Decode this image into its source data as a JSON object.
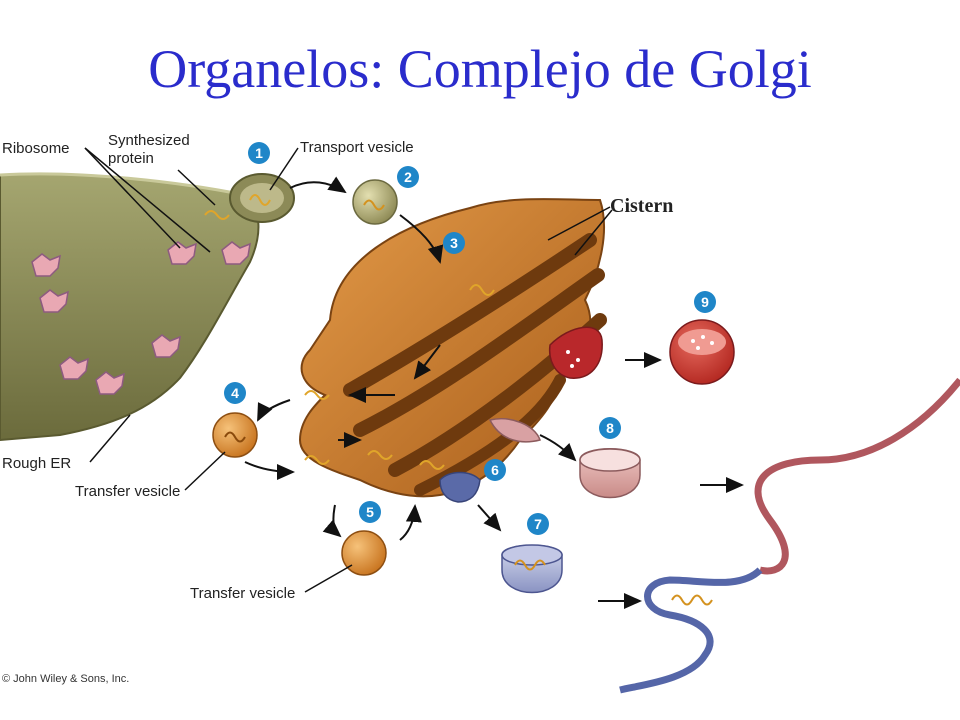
{
  "title": "Organelos: Complejo de Golgi",
  "labels": {
    "ribosome": "Ribosome",
    "synthesized_protein_1": "Synthesized",
    "synthesized_protein_2": "protein",
    "transport_vesicle": "Transport vesicle",
    "cistern": "Cistern",
    "rough_er": "Rough ER",
    "transfer_vesicle_a": "Transfer vesicle",
    "transfer_vesicle_b": "Transfer vesicle"
  },
  "steps": [
    "1",
    "2",
    "3",
    "4",
    "5",
    "6",
    "7",
    "8",
    "9"
  ],
  "copyright": "© John Wiley & Sons, Inc.",
  "colors": {
    "title": "#2a2ccc",
    "er": "#8a8a55",
    "golgi": "#c87d2e",
    "badge": "#1f86c8",
    "membrane_red": "#b0575e",
    "membrane_blue": "#5566a8"
  }
}
